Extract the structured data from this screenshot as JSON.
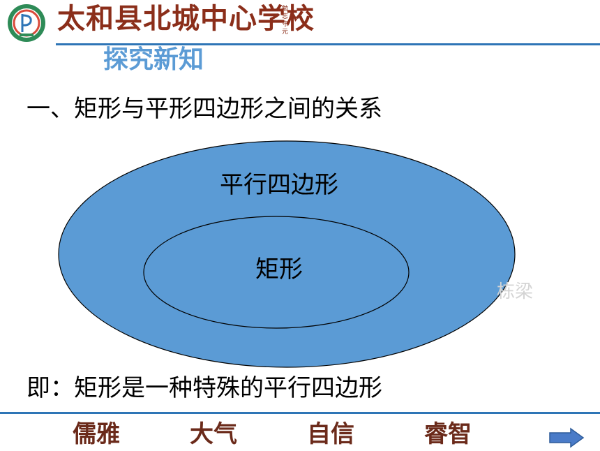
{
  "header": {
    "school_name": "太和县北城中心学校",
    "motto_small": "勉志守元"
  },
  "section_title": "探究新知",
  "heading": "一、矩形与平形四边形之间的关系",
  "diagram": {
    "outer_label": "平行四边形",
    "inner_label": "矩形",
    "outer_fill": "#5b9bd5"
  },
  "watermark": "栋梁",
  "conclusion": "即：矩形是一种特殊的平行四边形",
  "footer": {
    "motto": [
      "儒雅",
      "大气",
      "自信",
      "睿智"
    ]
  },
  "colors": {
    "accent_blue": "#2e75b6",
    "title_blue": "#5b9bd5",
    "brand_red": "#8b2e1a"
  },
  "icons": {
    "logo": "school-logo-icon",
    "next": "right-arrow-icon"
  }
}
